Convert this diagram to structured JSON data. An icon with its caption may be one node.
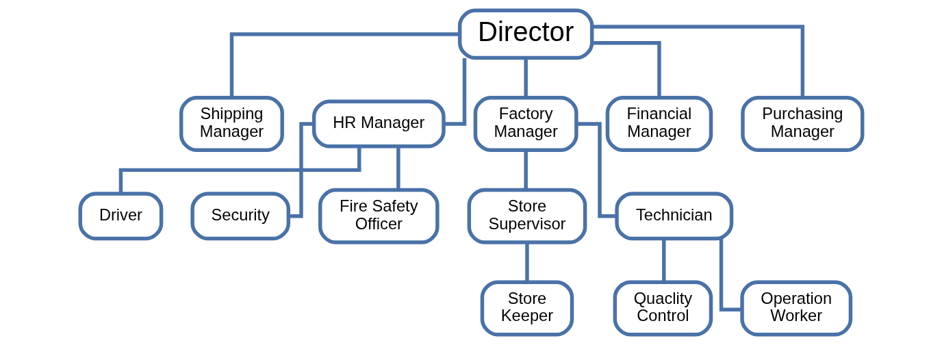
{
  "diagram": {
    "nodes": [
      {
        "text": [
          "Director"
        ]
      },
      {
        "text": [
          "Shipping Manager"
        ]
      },
      {
        "text": [
          "HR Manager"
        ]
      },
      {
        "text": [
          "Factory Manager"
        ]
      },
      {
        "text": [
          "Financial Manager"
        ]
      },
      {
        "text": [
          "Purchasing Manager"
        ]
      },
      {
        "text": [
          "Driver"
        ]
      },
      {
        "text": [
          "Security"
        ]
      },
      {
        "text": [
          "Fire Safety Officer"
        ]
      },
      {
        "text": [
          "Store Supervisor"
        ]
      },
      {
        "text": [
          "Technician"
        ]
      },
      {
        "text": [
          "Store Keeper"
        ]
      },
      {
        "text": [
          "Quaclity Control"
        ]
      },
      {
        "text": [
          "Operation Worker"
        ]
      }
    ],
    "edges": [
      {
        "from": 0,
        "to": 1,
        "arrow": "none"
      },
      {
        "from": 0,
        "to": 2,
        "arrow": "none"
      },
      {
        "from": 0,
        "to": 3,
        "arrow": "none"
      },
      {
        "from": 0,
        "to": 4,
        "arrow": "none"
      },
      {
        "from": 0,
        "to": 5,
        "arrow": "none"
      },
      {
        "from": 2,
        "to": 6,
        "arrow": "none"
      },
      {
        "from": 2,
        "to": 7,
        "arrow": "none"
      },
      {
        "from": 2,
        "to": 8,
        "arrow": "none"
      },
      {
        "from": 3,
        "to": 9,
        "arrow": "none"
      },
      {
        "from": 3,
        "to": 10,
        "arrow": "none"
      },
      {
        "from": 9,
        "to": 11,
        "arrow": "none"
      },
      {
        "from": 10,
        "to": 12,
        "arrow": "none"
      },
      {
        "from": 10,
        "to": 13,
        "arrow": "none"
      }
    ]
  }
}
